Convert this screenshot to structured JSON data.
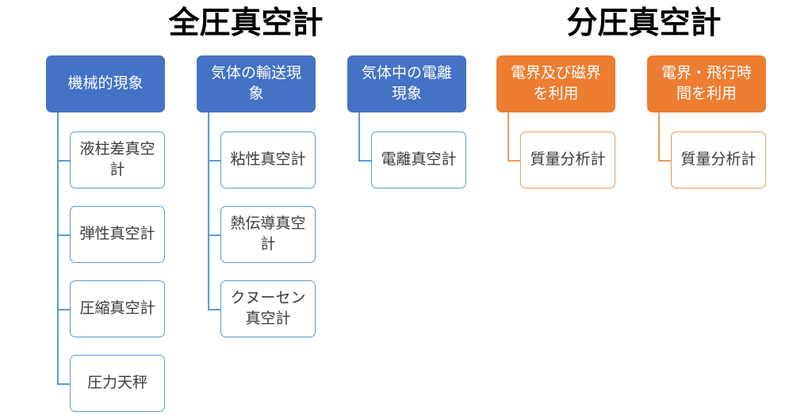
{
  "titles": {
    "total_pressure": "全圧真空計",
    "partial_pressure": "分圧真空計"
  },
  "colors": {
    "header_blue": "#4472C4",
    "header_orange": "#ED7D31",
    "child_border_blue": "#5B9BD5",
    "child_border_orange": "#ED9B55",
    "child_fill": "#FFFFFF",
    "header_text": "#FFFFFF",
    "child_text": "#3B3B3B",
    "title_text": "#000000"
  },
  "columns": [
    {
      "group": "total_pressure",
      "accent": "blue",
      "header": "機械的現象",
      "children": [
        "液柱差真空計",
        "弾性真空計",
        "圧縮真空計",
        "圧力天秤"
      ]
    },
    {
      "group": "total_pressure",
      "accent": "blue",
      "header": "気体の輸送現象",
      "children": [
        "粘性真空計",
        "熱伝導真空計",
        "クヌーセン真空計"
      ]
    },
    {
      "group": "total_pressure",
      "accent": "blue",
      "header": "気体中の電離現象",
      "children": [
        "電離真空計"
      ]
    },
    {
      "group": "partial_pressure",
      "accent": "orange",
      "header": "電界及び磁界を利用",
      "children": [
        "質量分析計"
      ]
    },
    {
      "group": "partial_pressure",
      "accent": "orange",
      "header": "電界・飛行時間を利用",
      "children": [
        "質量分析計"
      ]
    }
  ]
}
